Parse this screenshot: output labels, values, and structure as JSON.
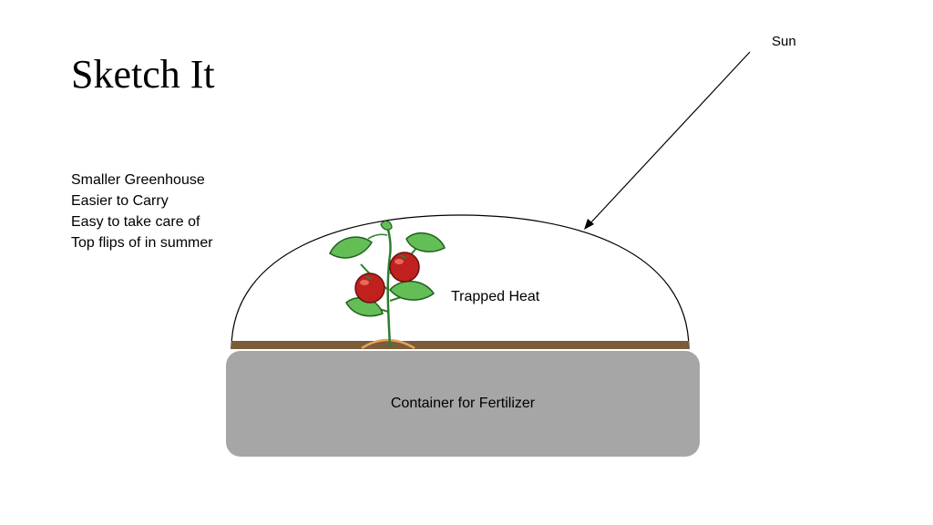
{
  "slide": {
    "title": "Sketch It",
    "bullets": [
      "Smaller Greenhouse",
      "Easier to Carry",
      "Easy to take care of",
      "Top flips of in summer"
    ]
  },
  "labels": {
    "sun": "Sun",
    "trapped_heat": "Trapped Heat",
    "container": "Container for Fertilizer"
  },
  "colors": {
    "container": "#a6a6a6",
    "soil": "#7a5c3a",
    "leaf": "#5cb85c",
    "tomato": "#c0211f",
    "stem": "#3a8a3a"
  }
}
